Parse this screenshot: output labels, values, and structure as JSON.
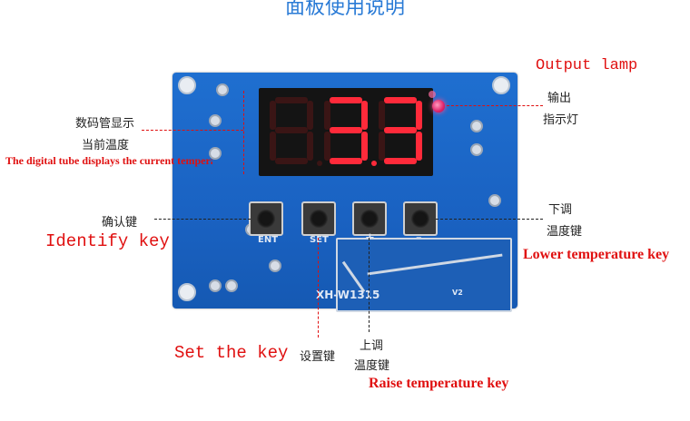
{
  "title": "面板使用说明",
  "labels": {
    "output_lamp_en": "Output lamp",
    "output_lamp_cn_1": "输出",
    "output_lamp_cn_2": "指示灯",
    "display_cn_1": "数码管显示",
    "display_cn_2": "当前温度",
    "display_en": "The digital tube displays the current temperature",
    "identify_cn": "确认键",
    "identify_en": "Identify key",
    "lower_cn_1": "下调",
    "lower_cn_2": "温度键",
    "lower_en": "Lower temperature key",
    "set_en": "Set the key",
    "set_cn": "设置键",
    "raise_cn_1": "上调",
    "raise_cn_2": "温度键",
    "raise_en": "Raise temperature key"
  },
  "board": {
    "model": "XH-W1315",
    "buttons": [
      "ENT",
      "SET",
      "+",
      "–"
    ],
    "relay_mark": "V2"
  },
  "colors": {
    "board_blue": "#1a62c2",
    "digit_red": "#ff2a3a",
    "label_red": "#e01010",
    "title_blue": "#2a7bd6"
  }
}
